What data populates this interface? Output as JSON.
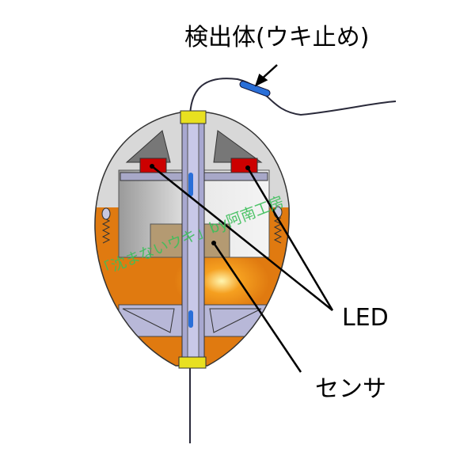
{
  "labels": {
    "detector": "検出体(ウキ止め)",
    "led": "LED",
    "sensor": "センサ"
  },
  "watermark": "「沈まないウキ」by阿南工房",
  "colors": {
    "shell_gray": "#d8d8d8",
    "shell_orange": "#e07a10",
    "led_red": "#cc0000",
    "sensor_tan": "#b49a72",
    "collar_yellow": "#e8e020",
    "detector_blue": "#2a6fd8"
  }
}
